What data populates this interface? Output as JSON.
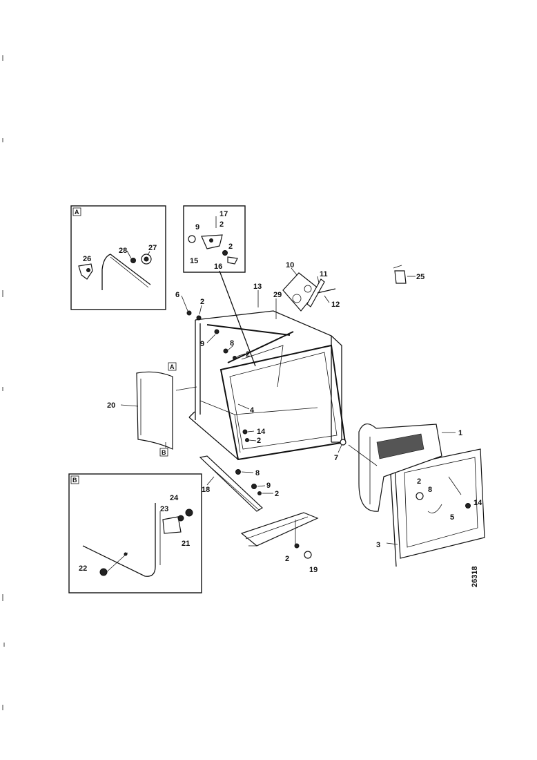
{
  "drawing": {
    "reference_number": "26318"
  },
  "inset_boxes": {
    "a_top_left": {
      "tag": "A"
    },
    "b_bottom_left": {
      "tag": "B"
    },
    "a_marker": {
      "tag": "A"
    },
    "b_marker": {
      "tag": "B"
    }
  },
  "callouts": {
    "c1": "1",
    "c2_left": "2",
    "c2_mid": "2",
    "c2_low": "2",
    "c2_bottom": "2",
    "c2_right": "2",
    "c2_inset_top": "2",
    "c2_inset_mid": "2",
    "c3": "3",
    "c4": "4",
    "c5": "5",
    "c6": "6",
    "c7": "7",
    "c8_top": "8",
    "c8_mid": "8",
    "c9_left": "9",
    "c9_mid": "9",
    "c9_inset": "9",
    "c10": "10",
    "c11": "11",
    "c12": "12",
    "c13": "13",
    "c14": "14",
    "c15": "15",
    "c16": "16",
    "c17": "17",
    "c18": "18",
    "c19": "19",
    "c20": "20",
    "c21": "21",
    "c22": "22",
    "c23": "23",
    "c24": "24",
    "c25": "25",
    "c26": "26",
    "c27": "27",
    "c28": "28",
    "c29": "29"
  }
}
